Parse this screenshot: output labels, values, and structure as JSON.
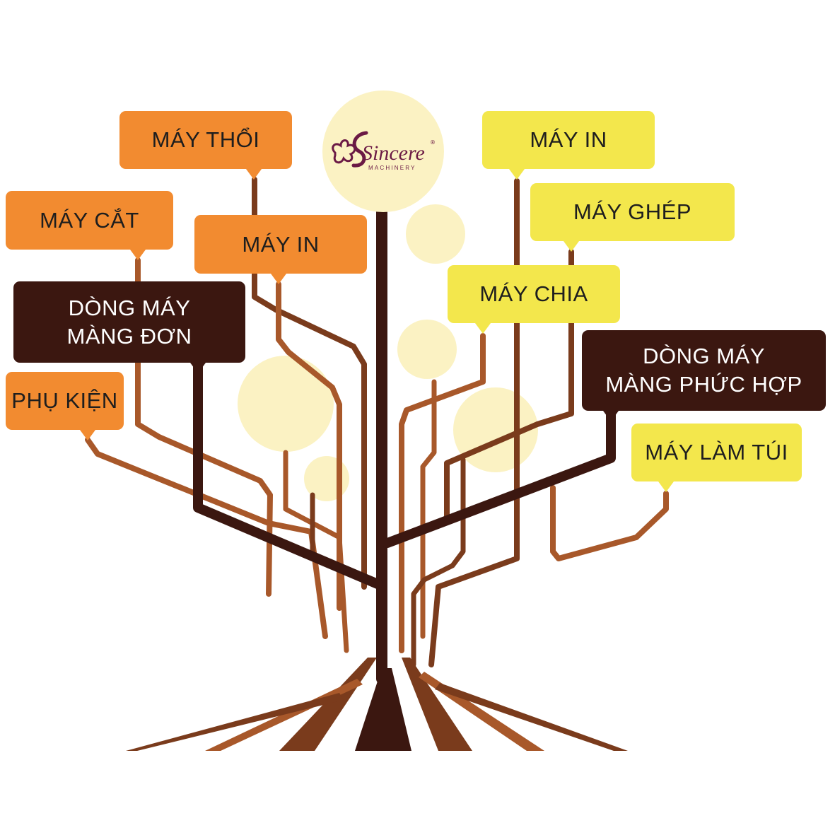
{
  "brand": {
    "logo_text": "Sincere",
    "logo_sub": "MACHINERY",
    "logo_color": "#6b1a45"
  },
  "colors": {
    "orange": "#f28b30",
    "yellow": "#f3e74c",
    "dark": "#3b1710",
    "trunk": "#3b1710",
    "branch_mid": "#7a3b1c",
    "branch_light": "#a8582a",
    "circle": "#fbf2c3"
  },
  "left_categories": {
    "may_thoi": "MÁY THỔI",
    "may_cat": "MÁY CẮT",
    "may_in": "MÁY IN",
    "dong_may_mang_don": "DÒNG MÁY\nMÀNG ĐƠN",
    "phu_kien": "PHỤ KIỆN"
  },
  "right_categories": {
    "may_in": "MÁY IN",
    "may_ghep": "MÁY GHÉP",
    "may_chia": "MÁY CHIA",
    "dong_may_mang_phuc_hop": "DÒNG MÁY\nMÀNG PHỨC HỢP",
    "may_lam_tui": "MÁY LÀM TÚI"
  }
}
